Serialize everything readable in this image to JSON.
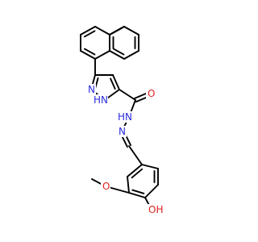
{
  "colors": {
    "bond": "#000000",
    "nitrogen": "#2b2bdf",
    "oxygen": "#e0201e",
    "background": "#ffffff"
  },
  "atoms": {
    "pyrazole_n": {
      "text": "N",
      "element": "N"
    },
    "pyrazole_nh": {
      "text": "HN",
      "element": "N"
    },
    "carbonyl_o": {
      "text": "O",
      "element": "O"
    },
    "amide_nh": {
      "text": "HN",
      "element": "N"
    },
    "imine_n": {
      "text": "N",
      "element": "N"
    },
    "methoxy_o": {
      "text": "O",
      "element": "O"
    },
    "hydroxyl": {
      "text": "OH",
      "element": "O"
    }
  }
}
